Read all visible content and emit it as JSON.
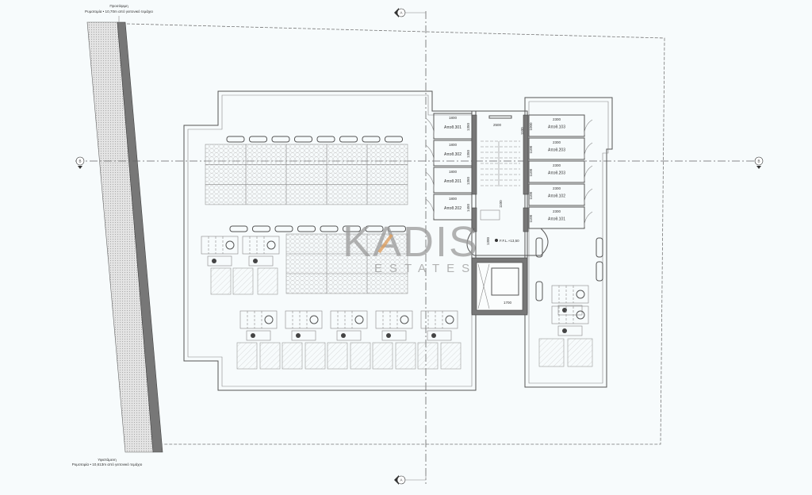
{
  "drawing": {
    "top_note": {
      "line1": "Προσόψιμη",
      "line2": "Ρυμοτομία • 10,70m από γειτονικό τεμάχιο"
    },
    "bottom_note": {
      "line1": "Υφιστάμενη",
      "line2": "Ρυμοτομία • 10,613m από γειτονικό τεμάχιο"
    },
    "section_markers": {
      "a": "A",
      "b": "B"
    },
    "level": "F.F.L.+13,50",
    "storage_left": [
      {
        "label": "Αποθ.301",
        "width": "1800",
        "depth": "1350"
      },
      {
        "label": "Αποθ.302",
        "width": "1800",
        "depth": "1350"
      },
      {
        "label": "Αποθ.201",
        "width": "1800",
        "depth": "1350"
      },
      {
        "label": "Αποθ.202",
        "width": "1800",
        "depth": "1450"
      }
    ],
    "storage_right": [
      {
        "label": "Αποθ.103",
        "width": "2300",
        "depth": "1000"
      },
      {
        "label": "Αποθ.203",
        "width": "2300",
        "depth": "1100"
      },
      {
        "label": "Αποθ.203",
        "width": "2300",
        "depth": "1100"
      },
      {
        "label": "Αποθ.102",
        "width": "2300",
        "depth": "1100"
      },
      {
        "label": "Αποθ.101",
        "width": "2300",
        "depth": "1100"
      }
    ],
    "dims": {
      "stair_width": "2500",
      "stair_depth": "1100",
      "landing": "1100",
      "lobby": "1300",
      "lift": "1700"
    }
  },
  "watermark": {
    "brand": "KADIS",
    "sub": "ESTATES",
    "accent": "#e0a060"
  }
}
